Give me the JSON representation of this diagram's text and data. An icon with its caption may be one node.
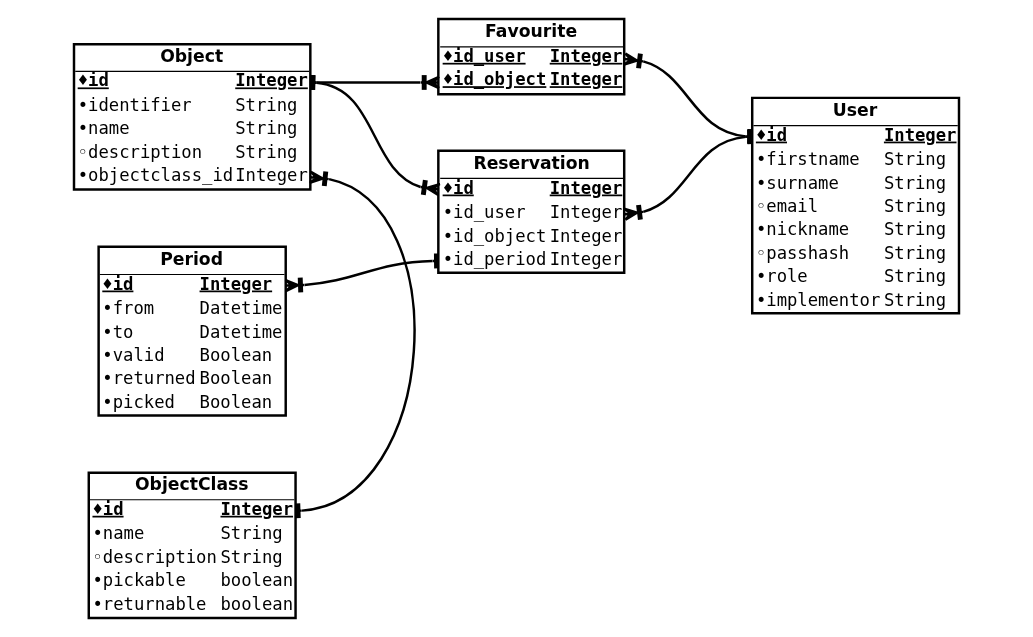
{
  "diagram": {
    "nodes": [
      {
        "text": [
          "Period",
          "♦id",
          "Integer",
          "•from",
          "Datetime",
          "•to",
          "Datetime",
          "•valid",
          "Boolean",
          "•returned",
          "Boolean",
          "•picked",
          "Boolean"
        ]
      },
      {
        "text": [
          "Reservation",
          "♦id",
          "Integer",
          "•id_user",
          "Integer",
          "•id_object",
          "Integer",
          "•id_period",
          "Integer"
        ]
      },
      {
        "text": [
          "Object",
          "♦id",
          "Integer",
          "•identifier",
          "String",
          "•name",
          "String",
          "◦description",
          "String",
          "•objectclass_id",
          "Integer"
        ]
      },
      {
        "text": [
          "User",
          "♦id",
          "Integer",
          "•firstname",
          "String",
          "•surname",
          "String",
          "◦email",
          "String",
          "•nickname",
          "String",
          "◦passhash",
          "String",
          "•role",
          "String",
          "•implementor",
          "String"
        ]
      },
      {
        "text": [
          "Favourite",
          "♦id_user",
          "Integer",
          "♦id_object",
          "Integer"
        ]
      },
      {
        "text": [
          "ObjectClass",
          "♦id",
          "Integer",
          "•name",
          "String",
          "◦description",
          "String",
          "•pickable",
          "boolean",
          "•returnable",
          "boolean"
        ]
      }
    ],
    "edges": [
      {
        "from": 0,
        "to": 1,
        "arrow": "other"
      },
      {
        "from": 2,
        "to": 1,
        "arrow": "other"
      },
      {
        "from": 2,
        "to": 4,
        "arrow": "other"
      },
      {
        "from": 2,
        "to": 5,
        "arrow": "other"
      },
      {
        "from": 1,
        "to": 3,
        "arrow": "other"
      },
      {
        "from": 4,
        "to": 3,
        "arrow": "other"
      }
    ]
  }
}
